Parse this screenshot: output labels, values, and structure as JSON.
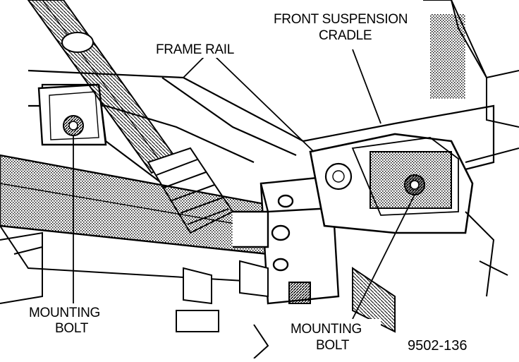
{
  "labels": {
    "front_suspension_line1": "FRONT SUSPENSION",
    "front_suspension_line2": "CRADLE",
    "frame_rail": "FRAME RAIL",
    "mounting_bolt_left_line1": "MOUNTING",
    "mounting_bolt_left_line2": "BOLT",
    "mounting_bolt_right_line1": "MOUNTING",
    "mounting_bolt_right_line2": "BOLT",
    "figure_number": "9502-136"
  }
}
